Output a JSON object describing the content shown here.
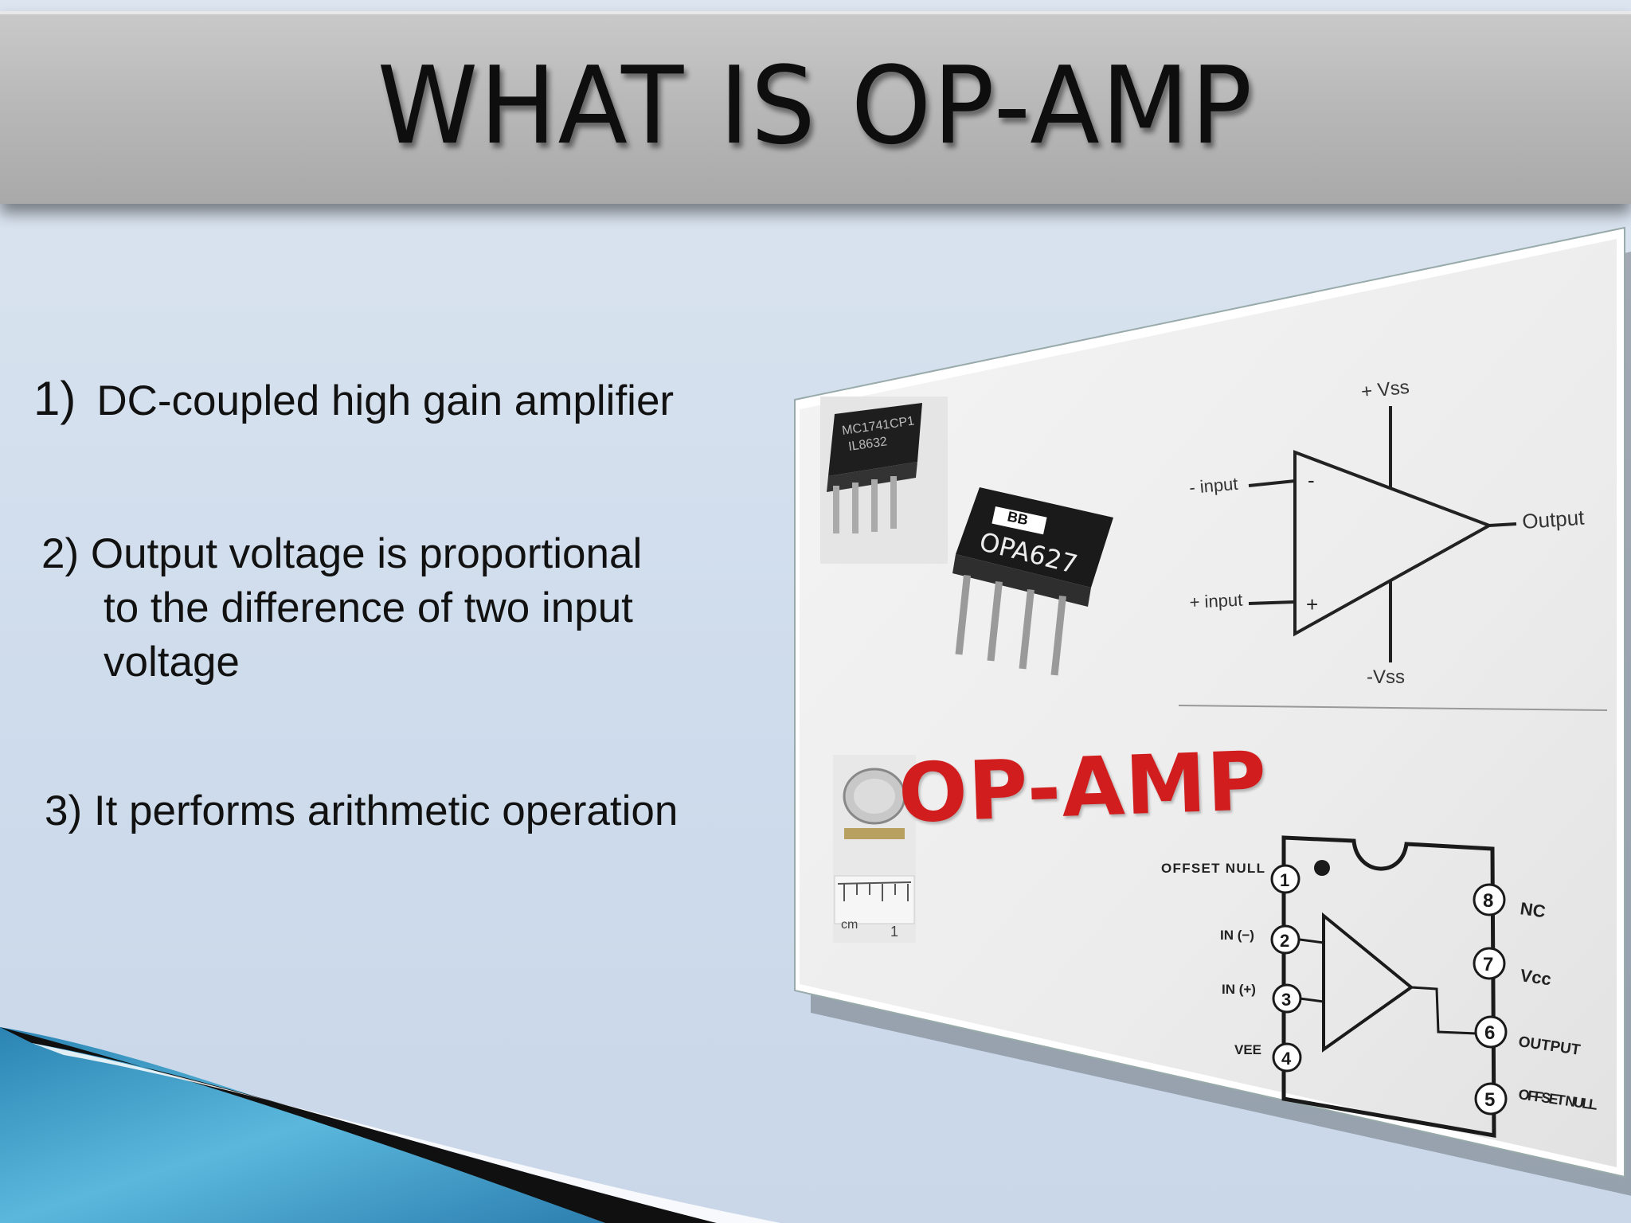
{
  "slide": {
    "title": "WHAT  IS  OP-AMP",
    "bullets": [
      {
        "number": "1)",
        "text": "DC-coupled high gain amplifier"
      },
      {
        "line1": "2) Output voltage is proportional",
        "line2": "to the difference of two input",
        "line3": "voltage"
      },
      {
        "text": "3) It performs arithmetic operation"
      }
    ]
  },
  "figure": {
    "chip1_marking": "MC1741CP1",
    "chip1_marking2": "IL8632",
    "chip2_marking": "OPA627",
    "chip2_logo": "BB",
    "symbol": {
      "pos_supply": "+ Vss",
      "neg_supply": "-Vss",
      "inv_input": "- input",
      "noninv_input": "+ input",
      "output": "Output",
      "minus_sign": "-",
      "plus_sign": "+"
    },
    "opamp_label": "OP-AMP",
    "ruler_unit": "cm",
    "ruler_mark": "1",
    "pinout": {
      "left_pins": [
        {
          "num": "1",
          "label": "OFFSET NULL"
        },
        {
          "num": "2",
          "label": "IN (−)"
        },
        {
          "num": "3",
          "label": "IN (+)"
        },
        {
          "num": "4",
          "label": "VEE"
        }
      ],
      "right_pins": [
        {
          "num": "8",
          "label": "NC"
        },
        {
          "num": "7",
          "label": "Vcc"
        },
        {
          "num": "6",
          "label": "OUTPUT"
        },
        {
          "num": "5",
          "label": "OFFSET NULL"
        }
      ]
    }
  },
  "colors": {
    "accent_red": "#d11d1d",
    "wave_blue": "#3f9fc9",
    "title_bar": "#b9b9b9"
  }
}
